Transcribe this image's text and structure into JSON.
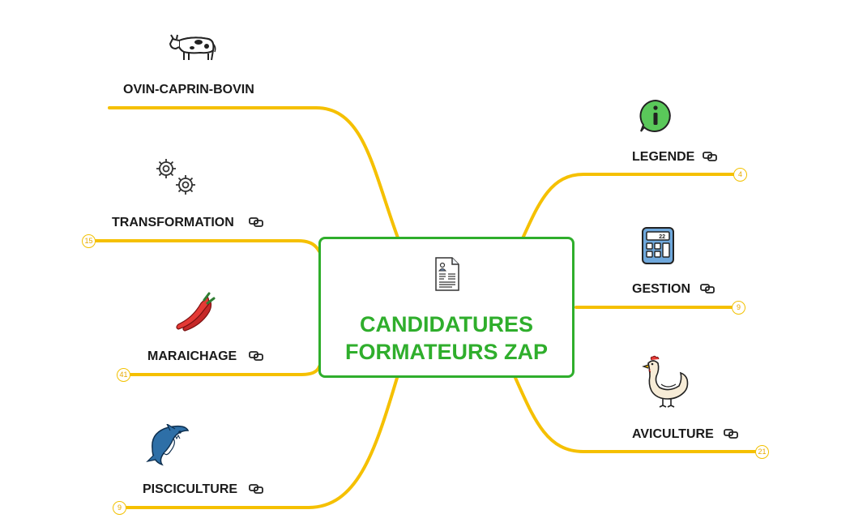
{
  "central": {
    "line1": "CANDIDATURES",
    "line2": "FORMATEURS ZAP",
    "icon": "document-icon"
  },
  "branches": {
    "ovin": {
      "label": "OVIN-CAPRIN-BOVIN",
      "icon": "cow-icon"
    },
    "transformation": {
      "label": "TRANSFORMATION",
      "icon": "gears-icon",
      "count": "15"
    },
    "maraichage": {
      "label": "MARAICHAGE",
      "icon": "chili-pepper-icon",
      "count": "41"
    },
    "pisciculture": {
      "label": "PISCICULTURE",
      "icon": "shark-icon",
      "count": "9"
    },
    "legende": {
      "label": "LEGENDE",
      "icon": "info-icon",
      "count": "4"
    },
    "gestion": {
      "label": "GESTION",
      "icon": "calculator-icon",
      "count": "9",
      "display": "22"
    },
    "aviculture": {
      "label": "AVICULTURE",
      "icon": "chicken-icon",
      "count": "21"
    }
  },
  "colors": {
    "branch": "#f5c000",
    "central": "#2fae2c",
    "info": "#5ac85a"
  }
}
